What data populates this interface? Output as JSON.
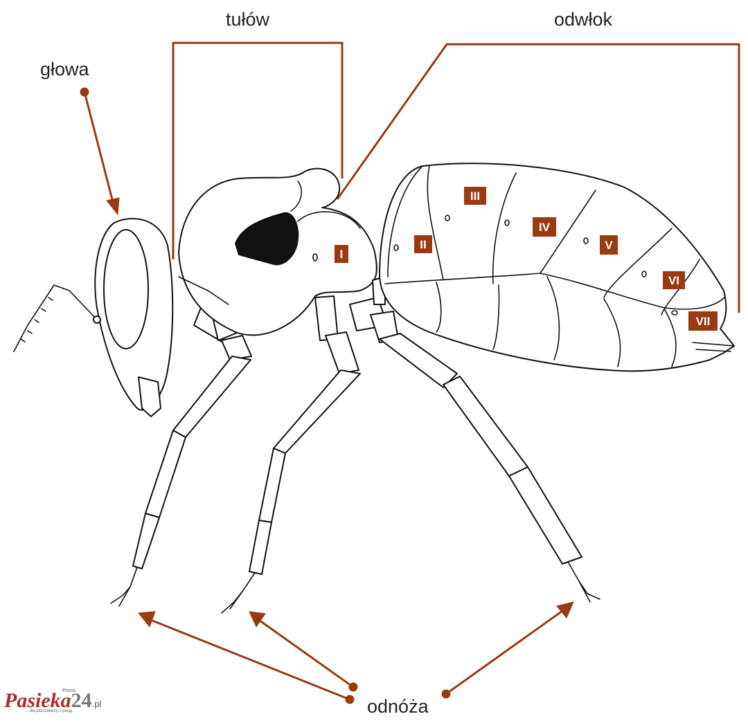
{
  "labels": {
    "head": "głowa",
    "thorax": "tułów",
    "abdomen": "odwłok",
    "legs": "odnóża"
  },
  "segments": [
    "I",
    "II",
    "III",
    "IV",
    "V",
    "VI",
    "VII"
  ],
  "colors": {
    "pointer": "#9a3a10",
    "outline": "#111111",
    "segment_badge": "#9a3a10",
    "logo": "#b02a2a"
  },
  "logo": {
    "pismo": "Pismo",
    "name": "Pasieka",
    "number": "24",
    "domain": ".pl",
    "tagline": "... dla pszczelarzy z pasją"
  }
}
